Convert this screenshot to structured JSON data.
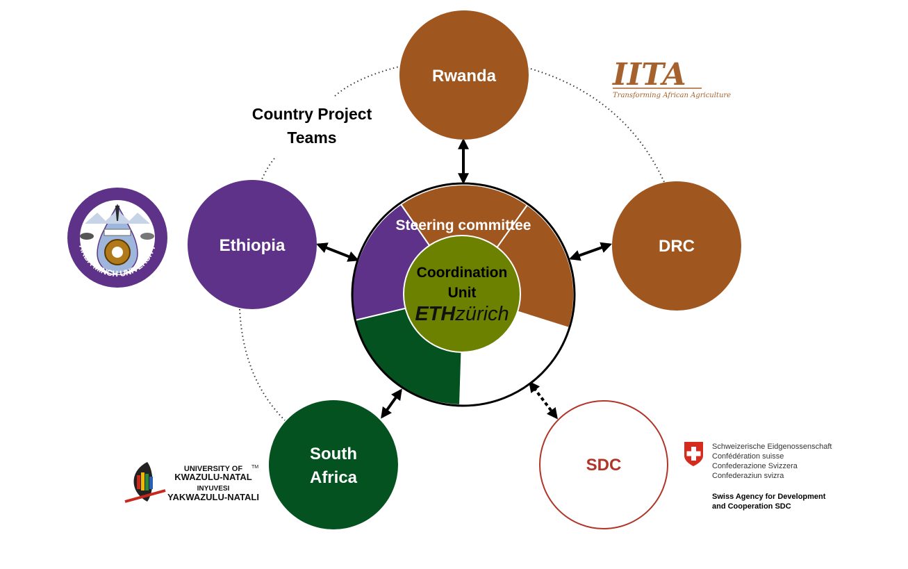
{
  "heading": {
    "line1": "Country Project",
    "line2": "Teams"
  },
  "steering": {
    "label": "Steering committee"
  },
  "coordination": {
    "line1": "Coordination",
    "line2": "Unit",
    "eth_bold": "ETH",
    "eth_italic": "zürich"
  },
  "nodes": {
    "rwanda": {
      "label": "Rwanda",
      "color": "#a0561f"
    },
    "drc": {
      "label": "DRC",
      "color": "#a0561f"
    },
    "ethiopia": {
      "label": "Ethiopia",
      "color": "#5e3289"
    },
    "south_africa": {
      "line1": "South",
      "line2": "Africa",
      "color": "#03521f"
    },
    "sdc": {
      "label": "SDC",
      "color": "#b03428"
    }
  },
  "center": {
    "color": "#6c8100",
    "white_sector": "#ffffff"
  },
  "iita": {
    "name": "IITA",
    "tagline": "Transforming African Agriculture",
    "color": "#a5622e"
  },
  "arba_minch": {
    "text": "ARBA MINCH UNIVERSITY",
    "color": "#5e3289"
  },
  "ukzn": {
    "line1": "UNIVERSITY OF",
    "line2": "KWAZULU-NATAL",
    "line3": "INYUVESI",
    "line4": "YAKWAZULU-NATALI",
    "tm": "TM"
  },
  "swiss": {
    "lines": [
      "Schweizerische Eidgenossenschaft",
      "Confédération suisse",
      "Confederazione Svizzera",
      "Confederaziun svizra"
    ],
    "agency1": "Swiss Agency for Development",
    "agency2": "and Cooperation SDC",
    "flag_color": "#d52b1e"
  }
}
